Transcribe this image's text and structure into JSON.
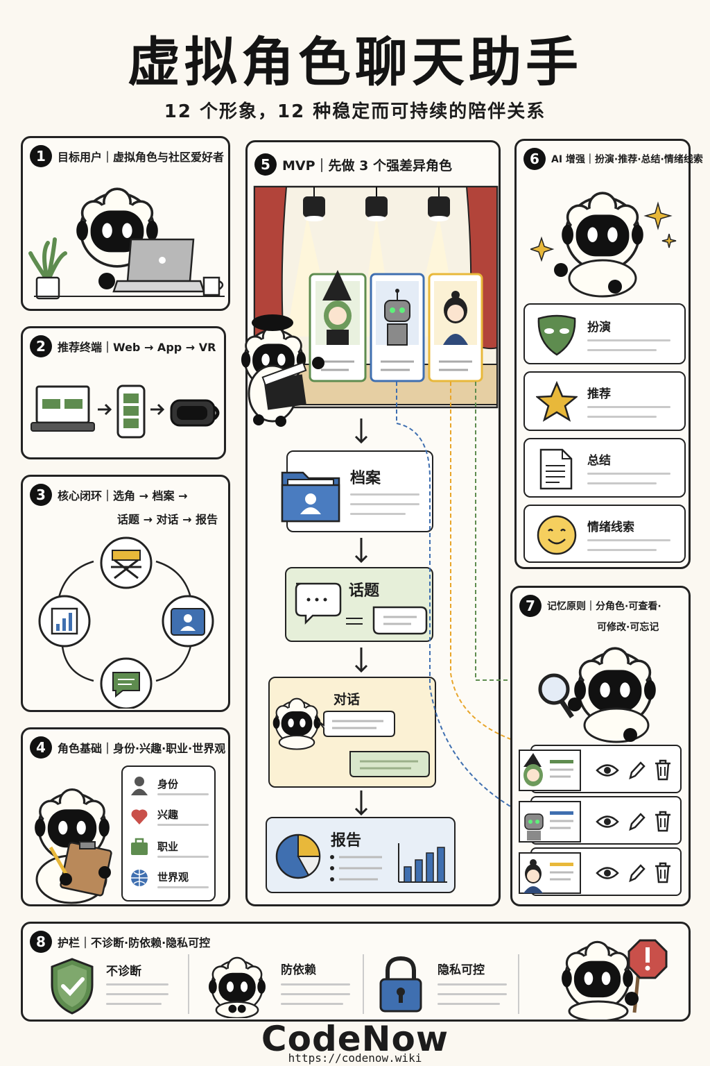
{
  "title": "虚拟角色聊天助手",
  "subtitle": "12 个形象，12 种稳定而可持续的陪伴关系",
  "panels": {
    "p1": {
      "num": "1",
      "title": "目标用户｜虚拟角色与社区爱好者"
    },
    "p2": {
      "num": "2",
      "title": "推荐终端｜Web → App → VR"
    },
    "p3": {
      "num": "3",
      "title": "核心闭环｜选角 → 档案 →",
      "title2": "话题 → 对话 → 报告"
    },
    "p4": {
      "num": "4",
      "title": "角色基础｜身份·兴趣·职业·世界观",
      "items": [
        "身份",
        "兴趣",
        "职业",
        "世界观"
      ]
    },
    "p5": {
      "num": "5",
      "title": "MVP｜先做 3 个强差异角色",
      "steps": [
        "档案",
        "话题",
        "对话",
        "报告"
      ]
    },
    "p6": {
      "num": "6",
      "title": "AI 增强｜扮演·推荐·总结·情绪线索",
      "items": [
        "扮演",
        "推荐",
        "总结",
        "情绪线索"
      ]
    },
    "p7": {
      "num": "7",
      "title": "记忆原则｜分角色·可查看·",
      "title2": "可修改·可忘记"
    },
    "p8": {
      "num": "8",
      "title": "护栏｜不诊断·防依赖·隐私可控",
      "items": [
        "不诊断",
        "防依赖",
        "隐私可控"
      ]
    }
  },
  "icons": {
    "p2": [
      "laptop-icon",
      "phone-icon",
      "vr-headset-icon"
    ],
    "p3": [
      "director-chair-icon",
      "profile-folder-icon",
      "chat-bubble-icon",
      "bar-chart-icon"
    ],
    "p4": [
      "person-icon",
      "heart-icon",
      "briefcase-icon",
      "globe-icon"
    ],
    "p6": [
      "mask-icon",
      "star-icon",
      "document-icon",
      "smiley-icon"
    ],
    "p7": [
      "eye-icon",
      "pencil-icon",
      "trash-icon"
    ],
    "p8": [
      "shield-check-icon",
      "mascot-icon",
      "padlock-icon",
      "warning-sign-icon"
    ]
  },
  "footer": {
    "brand": "CodeNow",
    "url": "https://codenow.wiki"
  },
  "colors": {
    "accent_green": "#5e8c4f",
    "accent_blue": "#3f6fb0",
    "accent_yellow": "#e8b83a",
    "curtain_red": "#b2443a"
  }
}
